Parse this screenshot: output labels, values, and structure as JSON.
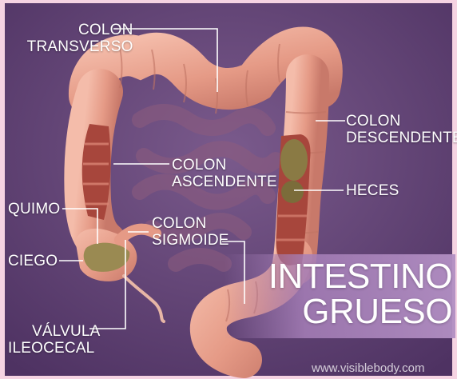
{
  "labels": {
    "colon_transverso": [
      "COLON",
      "TRANSVERSO"
    ],
    "colon_descendente": [
      "COLON",
      "DESCENDENTE"
    ],
    "colon_ascendente": [
      "COLON",
      "ASCENDENTE"
    ],
    "heces": [
      "HECES"
    ],
    "quimo": [
      "QUIMO"
    ],
    "colon_sigmoide": [
      "COLON",
      "SIGMOIDE"
    ],
    "ciego": [
      "CIEGO"
    ],
    "valvula_ileocecal": [
      "VÁLVULA",
      "ILEOCECAL"
    ]
  },
  "title": [
    "INTESTINO",
    "GRUESO"
  ],
  "watermark": "www.visiblebody.com",
  "colors": {
    "background": "#5e3f72",
    "frame": "#f5d3e2",
    "colon": "#e9a08e",
    "colon_shade": "#c97c6a",
    "lumen": "#a8443a",
    "feces": "#8a7a44",
    "small_intestine": "#8a5a7a",
    "banner": "#a67fb8",
    "leader_line": "#ffffff"
  }
}
